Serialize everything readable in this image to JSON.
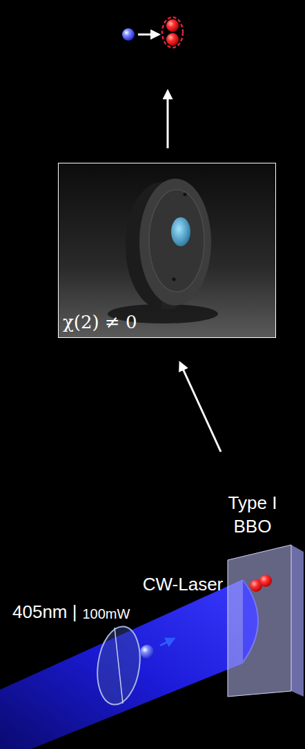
{
  "diagram": {
    "nodes": [
      {
        "text": [
          "χ(2) ≠ 0"
        ]
      },
      {
        "text": [
          "Type I BBO"
        ]
      }
    ],
    "edges": [
      {
        "from": 1,
        "to": 0,
        "arrow": "to"
      }
    ],
    "labels": [
      "CW-Laser",
      "405nm |",
      "100mW"
    ]
  }
}
